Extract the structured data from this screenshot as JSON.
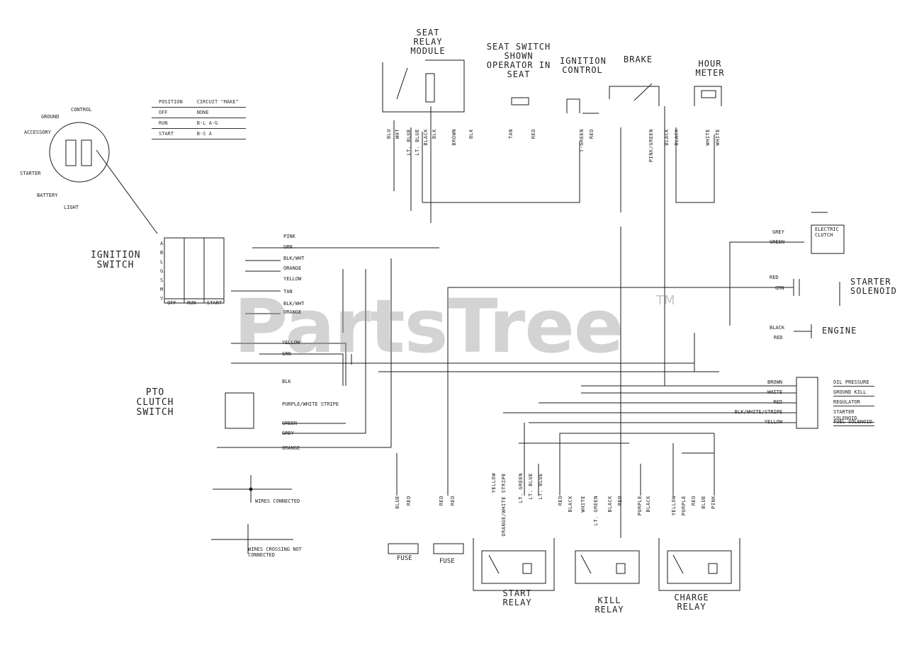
{
  "watermark": {
    "brand": "PartsTree",
    "tm": "TM"
  },
  "titles": {
    "seat_relay_module": "SEAT RELAY MODULE",
    "seat_switch": "SEAT SWITCH SHOWN OPERATOR IN SEAT",
    "ignition_control": "IGNITION CONTROL",
    "brake": "BRAKE",
    "hour_meter": "HOUR METER",
    "ignition_switch": "IGNITION SWITCH",
    "pto_switch": "PTO CLUTCH SWITCH",
    "starter_solenoid": "STARTER SOLENOID",
    "electric_clutch": "ELECTRIC CLUTCH",
    "engine": "ENGINE",
    "fuse": "FUSE",
    "fuse2": "FUSE",
    "start_relay": "START RELAY",
    "kill_relay": "KILL RELAY",
    "charge_relay": "CHARGE RELAY"
  },
  "legend": {
    "connected": "WIRES CONNECTED",
    "crossing": "WIRES CROSSING NOT CONNECTED"
  },
  "key_table": {
    "rows": [
      [
        "POSITION",
        "CIRCUIT \"MAKE\""
      ],
      [
        "OFF",
        "NONE"
      ],
      [
        "RUN",
        "B-L  A-G"
      ],
      [
        "START",
        "B-S  A"
      ]
    ]
  },
  "key_positions": [
    "CONTROL",
    "GROUND",
    "ACCESSORY",
    "STARTER",
    "BATTERY",
    "LIGHT"
  ],
  "switch_columns": [
    "OFF",
    "RUN",
    "START"
  ],
  "switch_pins": [
    "A",
    "B",
    "L",
    "G",
    "S",
    "M",
    "Y"
  ],
  "ign_wires": [
    "PINK",
    "GRN",
    "BLK/WHT",
    "ORANGE",
    "YELLOW",
    "TAN",
    "BLK/WHT",
    "ORANGE"
  ],
  "pto_wires": [
    "YELLOW",
    "GRN",
    "BLK",
    "PURPLE/WHITE STRIPE",
    "GREEN",
    "GREY",
    "ORANGE"
  ],
  "relay_top_wires": [
    "BLU",
    "WHT",
    "LT. BLUE",
    "LT. BLUE",
    "BLACK",
    "BLK",
    "BROWN",
    "BLK",
    "TAN",
    "RED",
    "T-GREEN",
    "RED",
    "PINK/GREEN",
    "BLACK",
    "BLACK",
    "WHITE",
    "WHITE"
  ],
  "right_wires": {
    "clutch": [
      "GREY",
      "GREEN"
    ],
    "solenoid": [
      "RED",
      "GRN"
    ],
    "engine": [
      "BLACK",
      "RED"
    ]
  },
  "engine_outputs": [
    {
      "wire": "BROWN",
      "label": "OIL PRESSURE"
    },
    {
      "wire": "WHITE",
      "label": "GROUND KILL"
    },
    {
      "wire": "RED",
      "label": "REGULATOR"
    },
    {
      "wire": "BLK/WHITE/STRIPE",
      "label": "STARTER SOLENOID"
    },
    {
      "wire": "YELLOW",
      "label": "FUEL SOLENOID"
    }
  ],
  "bottom_wires": {
    "fuse1": [
      "BLUE",
      "RED"
    ],
    "fuse2": [
      "RED",
      "RED"
    ],
    "start": [
      "YELLOW",
      "ORANGE/WHITE STRIPE",
      "LT. GREEN",
      "LT. BLUE",
      "LT. BLUE"
    ],
    "kill": [
      "RED",
      "BLACK",
      "WHITE",
      "LT. GREEN",
      "BLACK",
      "RED"
    ],
    "mid": [
      "PURPLE",
      "BLACK"
    ],
    "charge": [
      "YELLOW",
      "PURPLE",
      "RED",
      "BLUE",
      "PINK"
    ]
  }
}
